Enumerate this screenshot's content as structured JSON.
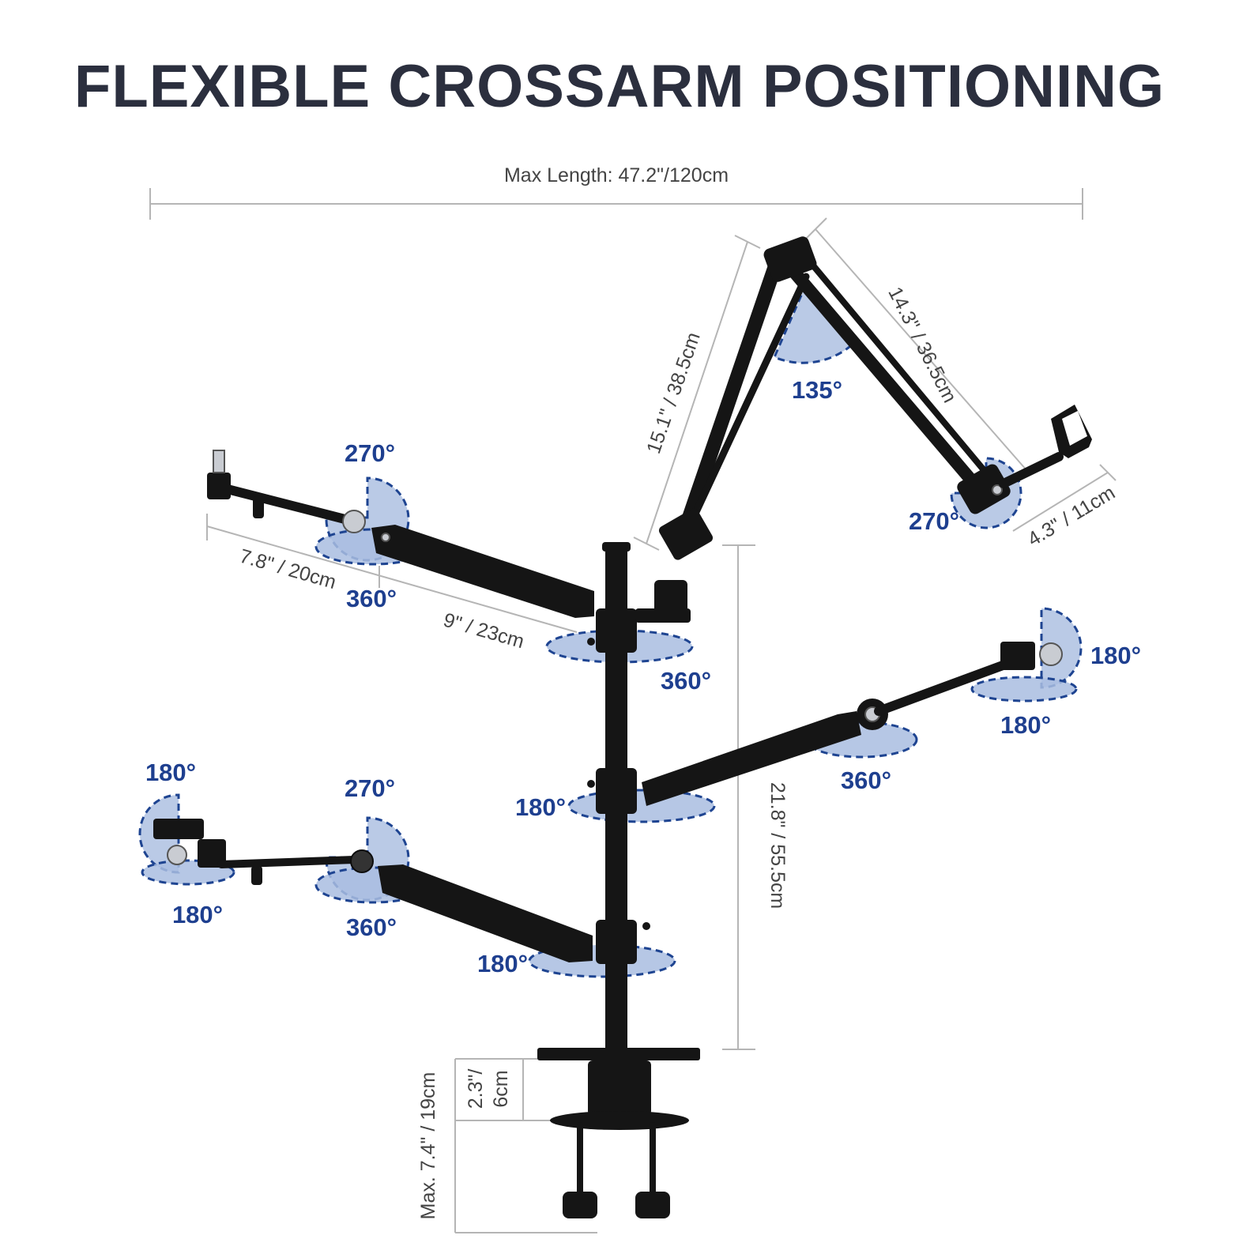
{
  "title": "FLEXIBLE CROSSARM POSITIONING",
  "dimensions": {
    "max_length": "Max Length: 47.2\"/120cm",
    "boom_upper": "15.1\" / 38.5cm",
    "boom_lower": "14.3\" / 36.5cm",
    "mic_clip": "4.3\" / 11cm",
    "left_arm_short": "7.8\" / 20cm",
    "left_arm_long": "9\" / 23cm",
    "pole_height": "21.8\" / 55.5cm",
    "clamp_gap_line1": "2.3\"/",
    "clamp_gap_line2": "6cm",
    "clamp_max": "Max. 7.4\" / 19cm"
  },
  "angles": {
    "boom_elbow": "135°",
    "mic_holder": "270°",
    "upper_left_joint": "270°",
    "upper_left_swivel": "360°",
    "top_collar": "360°",
    "right_tip": "180°",
    "right_tip_bottom": "180°",
    "right_joint": "360°",
    "middle_collar": "180°",
    "lower_left_tip": "180°",
    "lower_left_tip_bottom": "180°",
    "lower_left_joint": "270°",
    "lower_left_swivel": "360°",
    "bottom_collar": "180°"
  },
  "colors": {
    "title": "#2b2f3e",
    "angle_label": "#1e3f8f",
    "rotation_fill": "#a9bde0",
    "rotation_stroke": "#1e4491",
    "hardware": "#151515"
  }
}
